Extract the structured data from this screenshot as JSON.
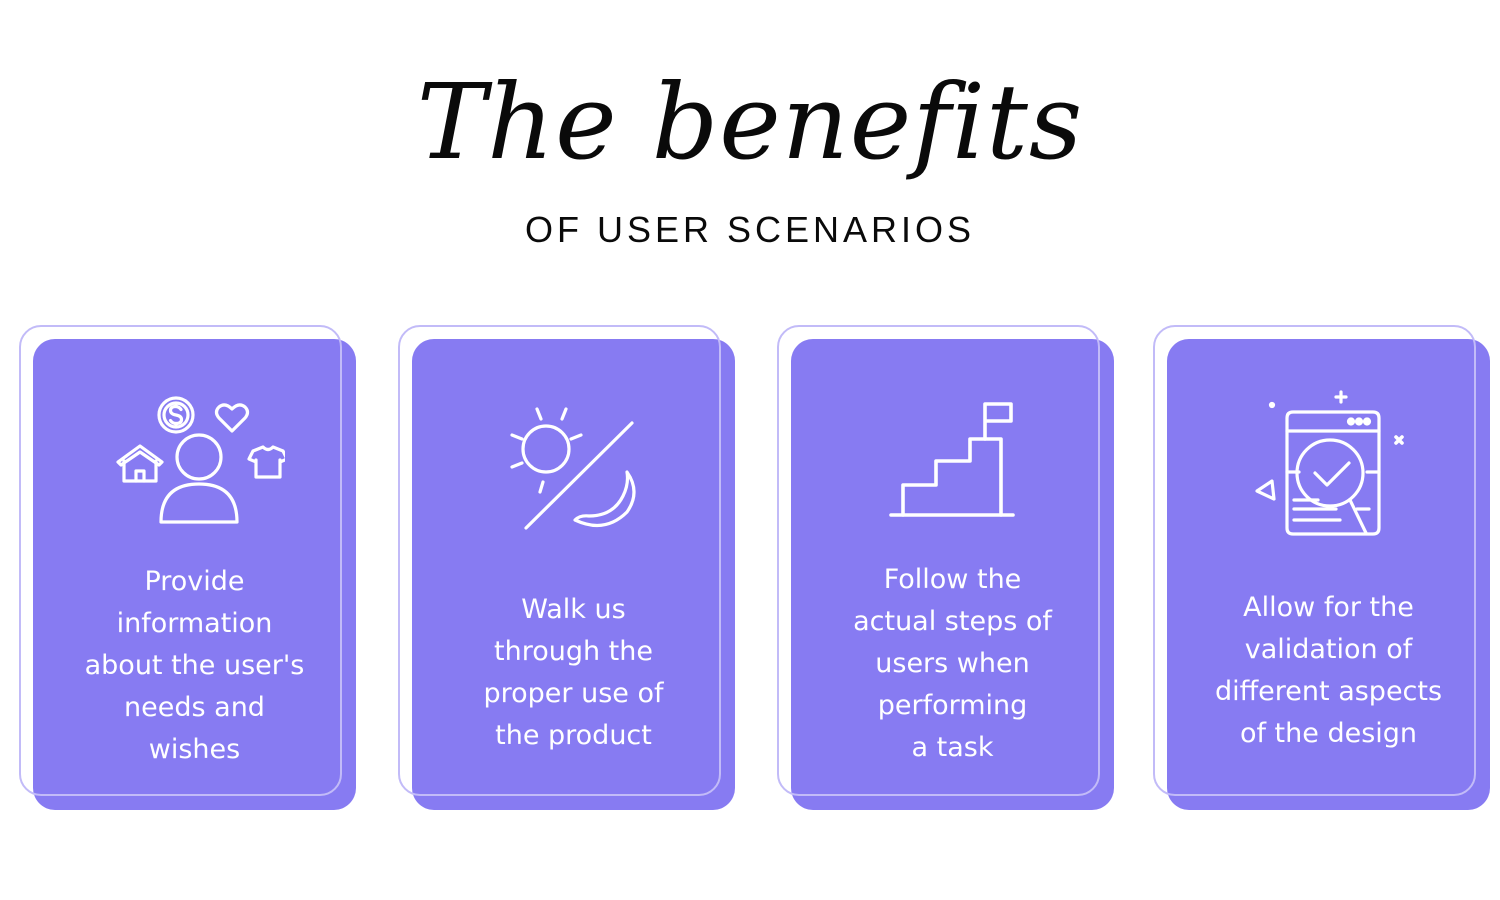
{
  "header": {
    "title": "The benefits",
    "subtitle": "OF USER SCENARIOS"
  },
  "colors": {
    "card_fill": "#877bf2",
    "card_outline": "#c2bbf8",
    "text_dark": "#0a0a0a",
    "text_light": "#ffffff"
  },
  "cards": [
    {
      "icon": "user-needs-icon",
      "lines": [
        "Provide",
        "information",
        "about the user's",
        "needs and",
        "wishes"
      ]
    },
    {
      "icon": "day-night-icon",
      "lines": [
        "Walk us",
        "through the",
        "proper use of",
        "the product"
      ]
    },
    {
      "icon": "stairs-flag-icon",
      "lines": [
        "Follow the",
        "actual steps of",
        "users when",
        "performing",
        "a task"
      ]
    },
    {
      "icon": "validation-magnifier-icon",
      "lines": [
        "Allow for the",
        "validation of",
        "different aspects",
        "of the design"
      ]
    }
  ]
}
